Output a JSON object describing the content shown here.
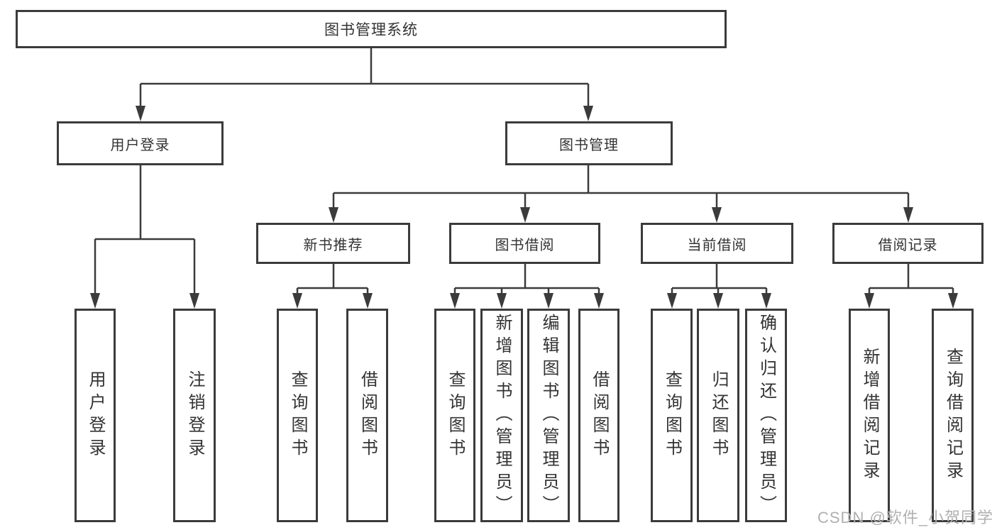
{
  "diagram": {
    "root": {
      "label": "图书管理系统"
    },
    "branches": [
      {
        "label": "用户登录",
        "children": [
          {
            "label": "用户登录"
          },
          {
            "label": "注销登录"
          }
        ]
      },
      {
        "label": "图书管理",
        "children": [
          {
            "label": "新书推荐",
            "children": [
              {
                "label": "查询图书"
              },
              {
                "label": "借阅图书"
              }
            ]
          },
          {
            "label": "图书借阅",
            "children": [
              {
                "label": "查询图书"
              },
              {
                "label": "新增图书（管理员）"
              },
              {
                "label": "编辑图书（管理员）"
              },
              {
                "label": "借阅图书"
              }
            ]
          },
          {
            "label": "当前借阅",
            "children": [
              {
                "label": "查询图书"
              },
              {
                "label": "归还图书"
              },
              {
                "label": "确认归还（管理员）"
              }
            ]
          },
          {
            "label": "借阅记录",
            "children": [
              {
                "label": "新增借阅记录"
              },
              {
                "label": "查询借阅记录"
              }
            ]
          }
        ]
      }
    ]
  },
  "watermark": {
    "text": "CSDN @软件_小贺同学"
  },
  "colors": {
    "line": "#3b3b3b",
    "text": "#333333",
    "watermark": "#b0b0b0",
    "background": "#ffffff"
  }
}
